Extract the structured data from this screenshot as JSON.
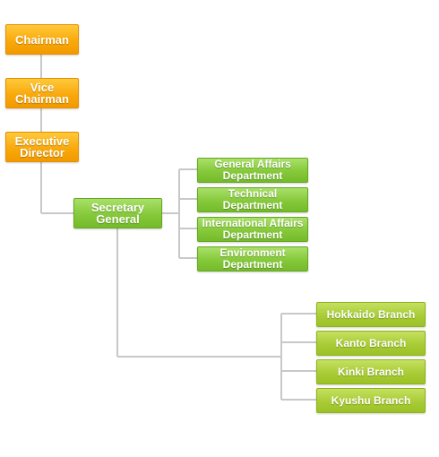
{
  "nodes": {
    "chairman": {
      "lines": [
        "Chairman"
      ]
    },
    "vice_chairman": {
      "lines": [
        "Vice",
        "Chairman"
      ]
    },
    "executive_director": {
      "lines": [
        "Executive",
        "Director"
      ]
    },
    "secretary_general": {
      "lines": [
        "Secretary",
        "General"
      ]
    },
    "departments": [
      {
        "lines": [
          "General Affairs",
          "Department"
        ]
      },
      {
        "lines": [
          "Technical",
          "Department"
        ]
      },
      {
        "lines": [
          "International Affairs",
          "Department"
        ]
      },
      {
        "lines": [
          "Environment",
          "Department"
        ]
      }
    ],
    "branches": [
      {
        "label": "Hokkaido Branch"
      },
      {
        "label": "Kanto Branch"
      },
      {
        "label": "Kinki Branch"
      },
      {
        "label": "Kyushu Branch"
      }
    ]
  },
  "colors": {
    "executive_box": "#f9a90c",
    "secretariat_box": "#86c93a",
    "branch_box": "#a9cc36",
    "connector": "#c8c8c8"
  }
}
